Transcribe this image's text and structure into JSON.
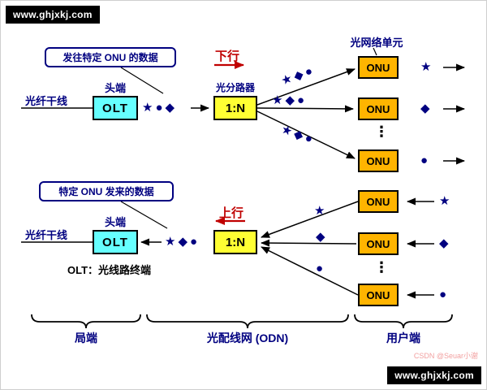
{
  "colors": {
    "navy": "#000080",
    "red": "#C00000",
    "olt_fill": "#66FFFF",
    "splitter_fill": "#FFFF33",
    "onu_fill": "#FFB400"
  },
  "badges": {
    "top_left": "www.ghjxkj.com",
    "bottom_right": "www.ghjxkj.com"
  },
  "watermark": "CSDN @Seuar小谢",
  "downstream": {
    "callout": "发往特定 ONU 的数据",
    "direction": "下行",
    "head_end": "头端",
    "trunk_label": "光纤干线",
    "olt": "OLT",
    "trunk_symbols": "★●◆",
    "splitter_caption": "光分路器",
    "splitter": "1:N",
    "onu_caption": "光网络单元",
    "branch_symbols": [
      "★◆●",
      "★◆●",
      "★◆●"
    ],
    "onus": [
      {
        "label": "ONU",
        "out_symbol": "★"
      },
      {
        "label": "ONU",
        "out_symbol": "◆"
      },
      {
        "label": "ONU",
        "out_symbol": "●"
      }
    ],
    "ellipsis": "⋮"
  },
  "upstream": {
    "callout": "特定 ONU 发来的数据",
    "direction": "上行",
    "head_end": "头端",
    "trunk_label": "光纤干线",
    "olt": "OLT",
    "trunk_symbols": "★◆●",
    "splitter": "1:N",
    "branch_symbols": [
      "★",
      "◆",
      "●"
    ],
    "onus": [
      {
        "label": "ONU",
        "in_symbol": "★"
      },
      {
        "label": "ONU",
        "in_symbol": "◆"
      },
      {
        "label": "ONU",
        "in_symbol": "●"
      }
    ],
    "ellipsis": "⋮",
    "olt_definition": "OLT：光线路终端"
  },
  "sections": [
    {
      "label": "局端"
    },
    {
      "label": "光配线网 (ODN)"
    },
    {
      "label": "用户端"
    }
  ]
}
